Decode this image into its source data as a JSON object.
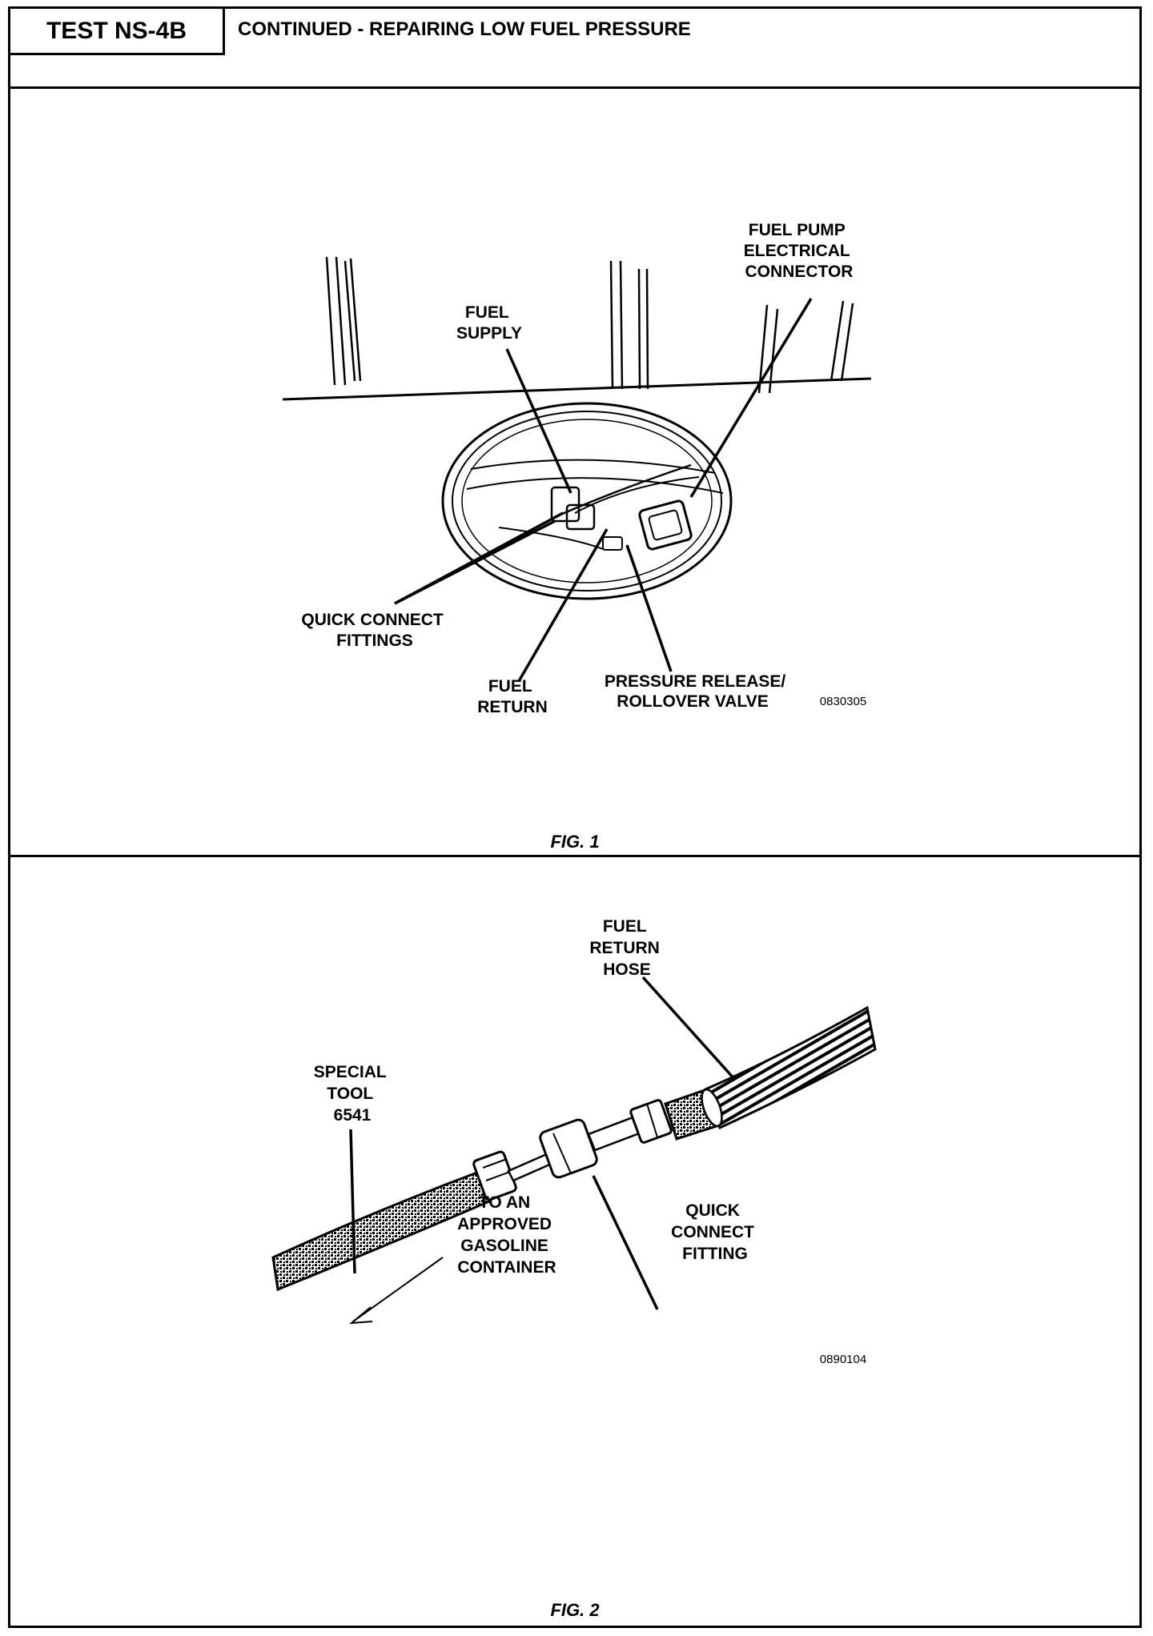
{
  "header": {
    "test_id": "TEST NS-4B",
    "title": "CONTINUED - REPAIRING LOW FUEL PRESSURE"
  },
  "fig1": {
    "caption": "FIG. 1",
    "code": "0830305",
    "labels": {
      "pump_connector": [
        "FUEL PUMP",
        "ELECTRICAL",
        "CONNECTOR"
      ],
      "fuel_supply": [
        "FUEL",
        "SUPPLY"
      ],
      "quick_connect": [
        "QUICK CONNECT",
        "FITTINGS"
      ],
      "fuel_return": [
        "FUEL",
        "RETURN"
      ],
      "pressure_valve": [
        "PRESSURE RELEASE/",
        "ROLLOVER VALVE"
      ]
    }
  },
  "fig2": {
    "caption": "FIG. 2",
    "code": "0890104",
    "labels": {
      "return_hose": [
        "FUEL",
        "RETURN",
        "HOSE"
      ],
      "special_tool": [
        "SPECIAL",
        "TOOL",
        "6541"
      ],
      "container": [
        "TO AN",
        "APPROVED",
        "GASOLINE",
        "CONTAINER"
      ],
      "quick_connect": [
        "QUICK",
        "CONNECT",
        "FITTING"
      ]
    }
  }
}
